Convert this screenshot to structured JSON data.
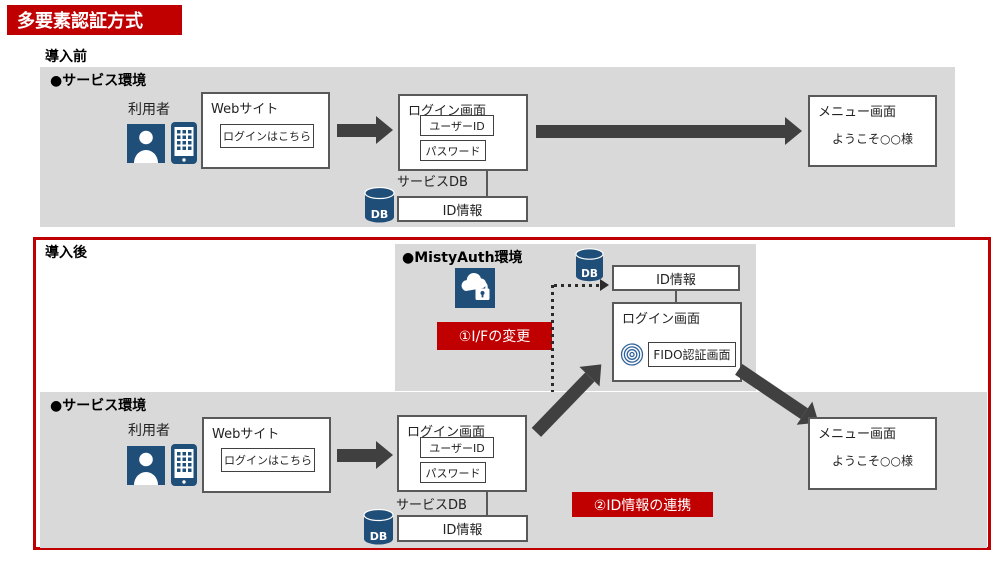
{
  "title": "多要素認証方式",
  "colors": {
    "accent_red": "#C00000",
    "panel_gray": "#D9D9D9",
    "box_border": "#595959",
    "arrow": "#404040",
    "icon_blue": "#1F4E79"
  },
  "before": {
    "section_label": "導入前",
    "env_label": "●サービス環境",
    "user_label": "利用者",
    "website": {
      "title": "Webサイト",
      "button": "ログインはこちら"
    },
    "login": {
      "title": "ログイン画面",
      "field_user": "ユーザーID",
      "field_pass": "パスワード"
    },
    "service_db_label": "サービスDB",
    "db_text": "DB",
    "id_info": "ID情報",
    "menu": {
      "title": "メニュー画面",
      "welcome": "ようこそ○○様"
    }
  },
  "after": {
    "section_label": "導入後",
    "mistyauth": {
      "env_label": "●MistyAuth環境",
      "db_text": "DB",
      "id_info": "ID情報",
      "login": {
        "title": "ログイン画面",
        "fido_button": "FIDO認証画面"
      },
      "annotation_if_change": "①I/Fの変更"
    },
    "service": {
      "env_label": "●サービス環境",
      "user_label": "利用者",
      "website": {
        "title": "Webサイト",
        "button": "ログインはこちら"
      },
      "login": {
        "title": "ログイン画面",
        "field_user": "ユーザーID",
        "field_pass": "パスワード"
      },
      "service_db_label": "サービスDB",
      "db_text": "DB",
      "id_info": "ID情報",
      "menu": {
        "title": "メニュー画面",
        "welcome": "ようこそ○○様"
      },
      "annotation_id_link": "②ID情報の連携"
    }
  }
}
